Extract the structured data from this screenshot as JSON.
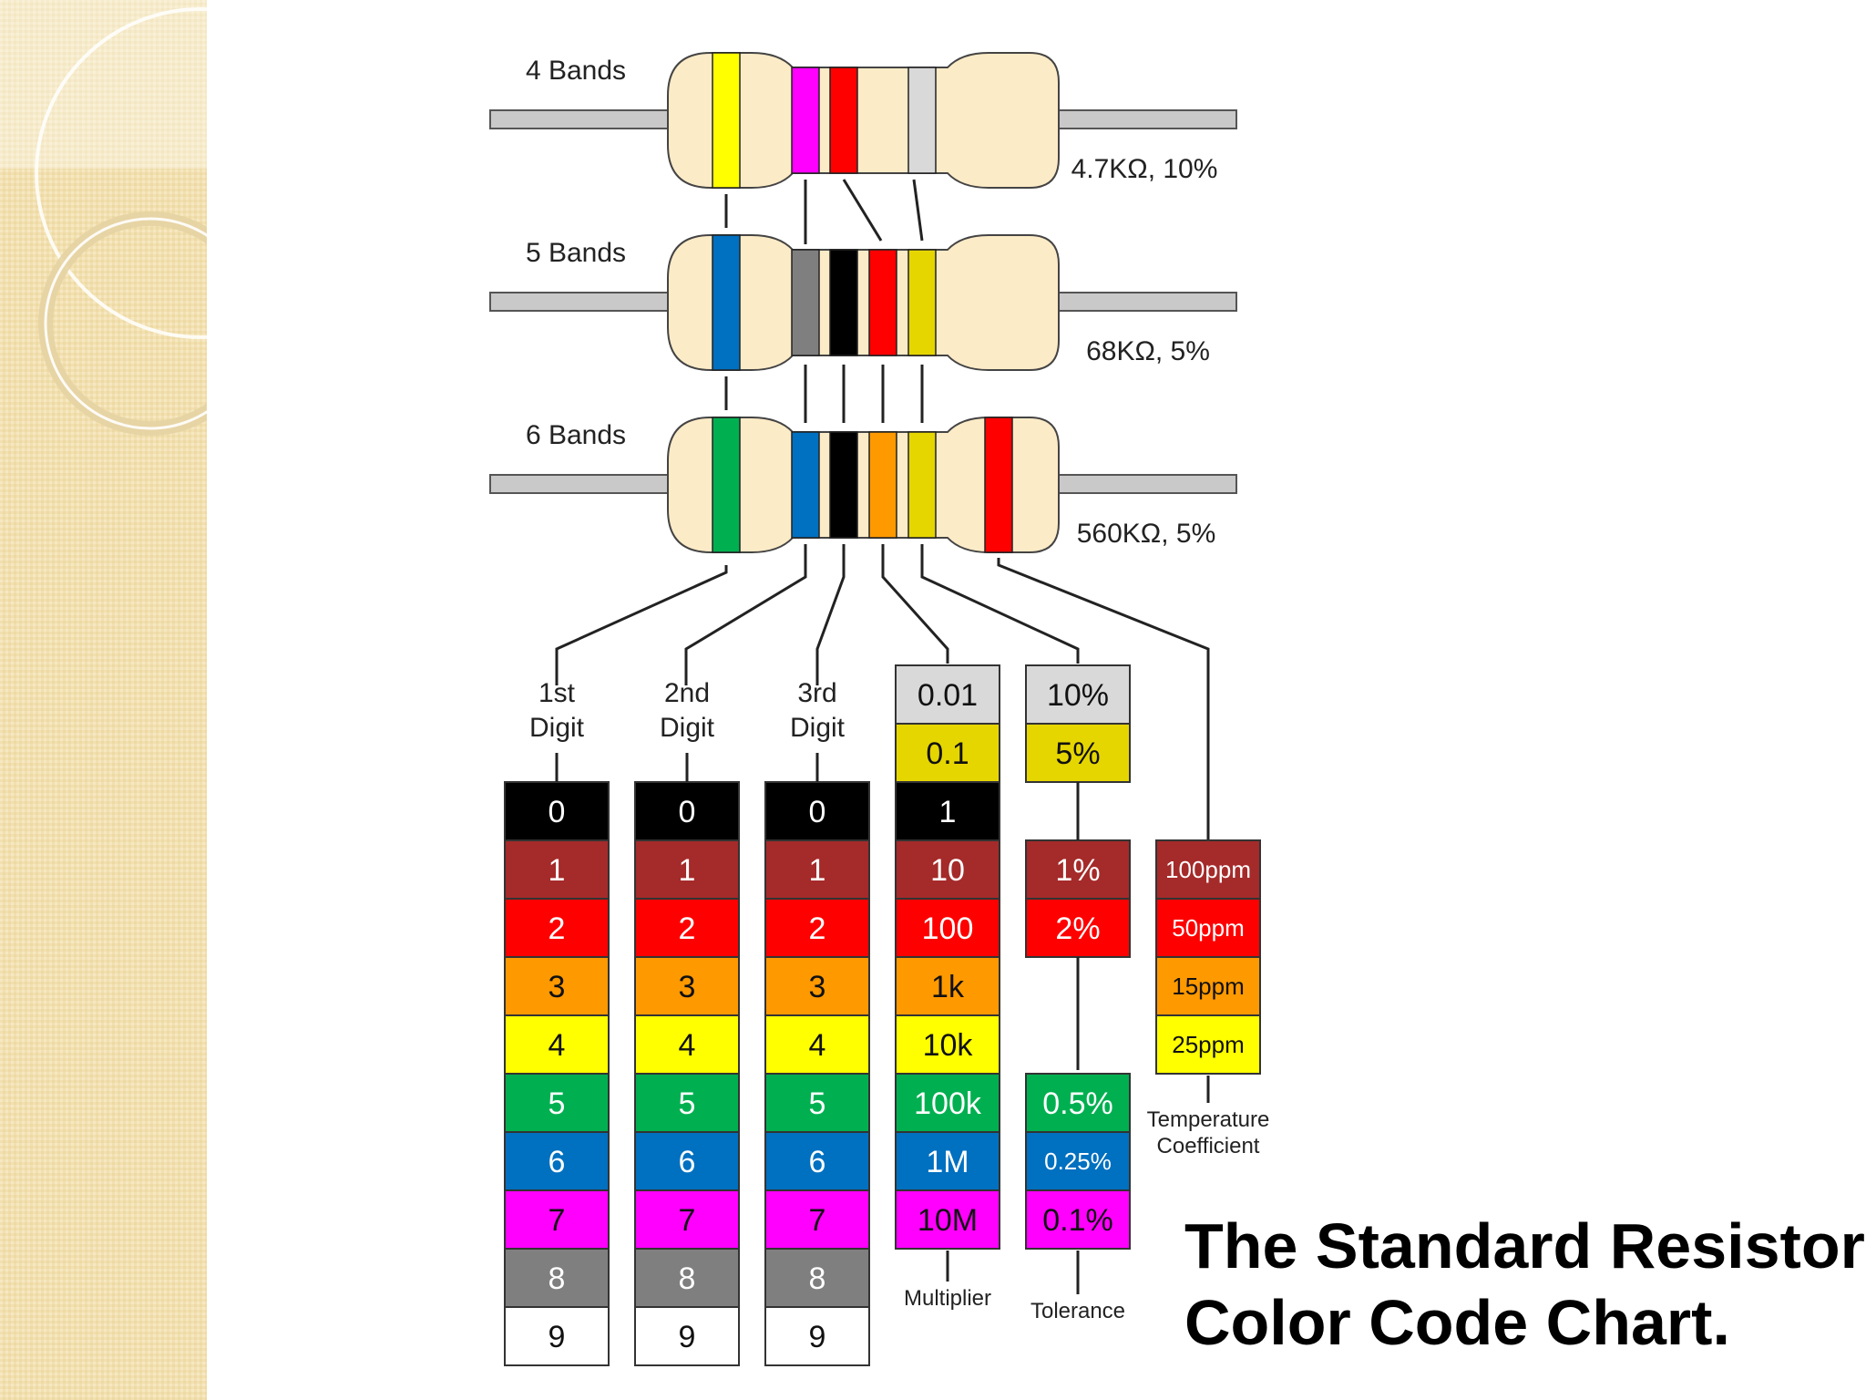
{
  "resistors": [
    {
      "label": "4 Bands",
      "value": "4.7KΩ, 10%",
      "bands": [
        {
          "slot": 0,
          "color": "#FFFF00"
        },
        {
          "slot": 1,
          "color": "#FF00FF"
        },
        {
          "slot": 2,
          "color": "#FF0000"
        },
        {
          "slot": 4,
          "color": "#D9D9D9"
        }
      ]
    },
    {
      "label": "5 Bands",
      "value": "68KΩ, 5%",
      "bands": [
        {
          "slot": 0,
          "color": "#0070C0"
        },
        {
          "slot": 1,
          "color": "#7F7F7F"
        },
        {
          "slot": 2,
          "color": "#000000"
        },
        {
          "slot": 3,
          "color": "#FF0000"
        },
        {
          "slot": 4,
          "color": "#E6D600"
        }
      ]
    },
    {
      "label": "6 Bands",
      "value": "560KΩ, 5%",
      "bands": [
        {
          "slot": 0,
          "color": "#00B050"
        },
        {
          "slot": 1,
          "color": "#0070C0"
        },
        {
          "slot": 2,
          "color": "#000000"
        },
        {
          "slot": 3,
          "color": "#FF9900"
        },
        {
          "slot": 4,
          "color": "#E6D600"
        },
        {
          "slot": 5,
          "color": "#FF0000"
        }
      ]
    }
  ],
  "colors": {
    "black": "#000000",
    "brown": "#A52A2A",
    "red": "#FF0000",
    "orange": "#FF9900",
    "yellow": "#FFFF00",
    "green": "#00B050",
    "blue": "#0070C0",
    "violet": "#FF00FF",
    "gray": "#7F7F7F",
    "white": "#FFFFFF",
    "gold": "#E6D600",
    "silver": "#D9D9D9"
  },
  "columns": [
    {
      "title": [
        "1st",
        "Digit"
      ],
      "cells": [
        {
          "text": "0",
          "color": "black"
        },
        {
          "text": "1",
          "color": "brown"
        },
        {
          "text": "2",
          "color": "red"
        },
        {
          "text": "3",
          "color": "orange"
        },
        {
          "text": "4",
          "color": "yellow"
        },
        {
          "text": "5",
          "color": "green"
        },
        {
          "text": "6",
          "color": "blue"
        },
        {
          "text": "7",
          "color": "violet"
        },
        {
          "text": "8",
          "color": "gray"
        },
        {
          "text": "9",
          "color": "white"
        }
      ]
    },
    {
      "title": [
        "2nd",
        "Digit"
      ],
      "cells": [
        {
          "text": "0",
          "color": "black"
        },
        {
          "text": "1",
          "color": "brown"
        },
        {
          "text": "2",
          "color": "red"
        },
        {
          "text": "3",
          "color": "orange"
        },
        {
          "text": "4",
          "color": "yellow"
        },
        {
          "text": "5",
          "color": "green"
        },
        {
          "text": "6",
          "color": "blue"
        },
        {
          "text": "7",
          "color": "violet"
        },
        {
          "text": "8",
          "color": "gray"
        },
        {
          "text": "9",
          "color": "white"
        }
      ]
    },
    {
      "title": [
        "3rd",
        "Digit"
      ],
      "cells": [
        {
          "text": "0",
          "color": "black"
        },
        {
          "text": "1",
          "color": "brown"
        },
        {
          "text": "2",
          "color": "red"
        },
        {
          "text": "3",
          "color": "orange"
        },
        {
          "text": "4",
          "color": "yellow"
        },
        {
          "text": "5",
          "color": "green"
        },
        {
          "text": "6",
          "color": "blue"
        },
        {
          "text": "7",
          "color": "violet"
        },
        {
          "text": "8",
          "color": "gray"
        },
        {
          "text": "9",
          "color": "white"
        }
      ]
    },
    {
      "title": [
        "Multiplier"
      ],
      "cells": [
        {
          "text": "0.01",
          "color": "silver"
        },
        {
          "text": "0.1",
          "color": "gold"
        },
        {
          "text": "1",
          "color": "black"
        },
        {
          "text": "10",
          "color": "brown"
        },
        {
          "text": "100",
          "color": "red"
        },
        {
          "text": "1k",
          "color": "orange"
        },
        {
          "text": "10k",
          "color": "yellow"
        },
        {
          "text": "100k",
          "color": "green"
        },
        {
          "text": "1M",
          "color": "blue"
        },
        {
          "text": "10M",
          "color": "violet"
        }
      ]
    },
    {
      "title": [
        "Tolerance"
      ],
      "cells": [
        {
          "text": "10%",
          "color": "silver"
        },
        {
          "text": "5%",
          "color": "gold"
        },
        {
          "text": "",
          "color": ""
        },
        {
          "text": "1%",
          "color": "brown"
        },
        {
          "text": "2%",
          "color": "red"
        },
        {
          "text": "",
          "color": ""
        },
        {
          "text": "",
          "color": ""
        },
        {
          "text": "0.5%",
          "color": "green"
        },
        {
          "text": "0.25%",
          "color": "blue"
        },
        {
          "text": "0.1%",
          "color": "violet"
        }
      ]
    },
    {
      "title": [
        "Temperature",
        "Coefficient"
      ],
      "cells": [
        {
          "text": "",
          "color": ""
        },
        {
          "text": "",
          "color": ""
        },
        {
          "text": "",
          "color": ""
        },
        {
          "text": "100ppm",
          "color": "brown"
        },
        {
          "text": "50ppm",
          "color": "red"
        },
        {
          "text": "15ppm",
          "color": "orange"
        },
        {
          "text": "25ppm",
          "color": "yellow"
        }
      ]
    }
  ],
  "caption": {
    "line1": "The Standard Resistor",
    "line2": "Color Code Chart."
  }
}
